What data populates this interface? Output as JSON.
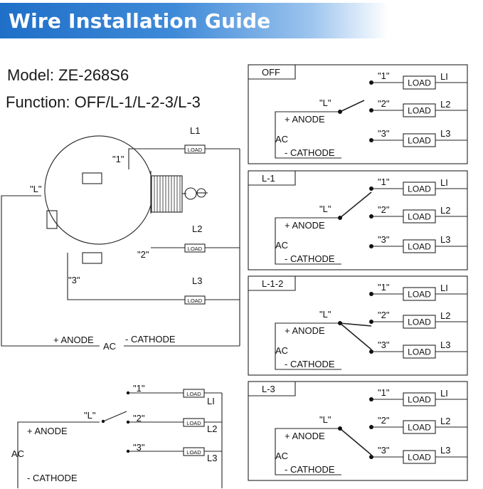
{
  "header": {
    "title": "Wire Installation Guide"
  },
  "spec": {
    "model": "Model: ZE-268S6",
    "function": "Function: OFF/L-1/L-2-3/L-3"
  },
  "terminals": {
    "t1": "\"1\"",
    "t2": "\"2\"",
    "t3": "\"3\"",
    "line": "\"L\""
  },
  "outputs": {
    "o1": "LI",
    "o2": "L2",
    "o3": "L3",
    "o1_alt": "L1"
  },
  "load_label": "LOAD",
  "power": {
    "anode": "+ ANODE",
    "cathode": "- CATHODE",
    "ac": "AC"
  },
  "modes": [
    {
      "name": "OFF"
    },
    {
      "name": "L-1"
    },
    {
      "name": "L-1-2"
    },
    {
      "name": "L-3"
    }
  ]
}
